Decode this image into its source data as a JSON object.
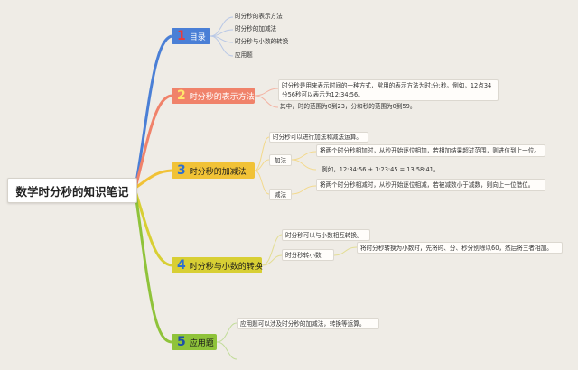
{
  "central_title": "数学时分秒的知识笔记",
  "branches": [
    {
      "num": "1",
      "label": "目录",
      "color": "#4a7fd6"
    },
    {
      "num": "2",
      "label": "时分秒的表示方法",
      "color": "#f0826a"
    },
    {
      "num": "3",
      "label": "时分秒的加减法",
      "color": "#f1c236"
    },
    {
      "num": "4",
      "label": "时分秒与小数的转换",
      "color": "#d8cf34"
    },
    {
      "num": "5",
      "label": "应用题",
      "color": "#8fc33a"
    }
  ],
  "toc_items": [
    "时分秒的表示方法",
    "时分秒的加减法",
    "时分秒与小数的转换",
    "应用题"
  ],
  "representation": {
    "desc": "时分秒是用来表示时间的一种方式，常用的表示方法为时:分:秒。例如，12点34分56秒可以表示为12:34:56。",
    "range": "其中，时的范围为0到23，分和秒的范围为0到59。"
  },
  "add_sub": {
    "intro": "时分秒可以进行加法和减法运算。",
    "add_label": "加法",
    "add_desc": "将两个时分秒相加时，从秒开始逐位相加，若相加结果超过范围，则进位到上一位。",
    "example": "例如，12:34:56 + 1:23:45 = 13:58:41。",
    "sub_label": "减法",
    "sub_desc": "将两个时分秒相减时，从秒开始逐位相减，若被减数小于减数，则向上一位借位。"
  },
  "conversion": {
    "intro": "时分秒可以与小数相互转换。",
    "label": "时分秒转小数",
    "desc": "将时分秒转换为小数时，先将时、分、秒分别除以60，然后将三者相加。"
  },
  "application": {
    "desc": "应用题可以涉及时分秒的加减法，转换等运算。"
  }
}
